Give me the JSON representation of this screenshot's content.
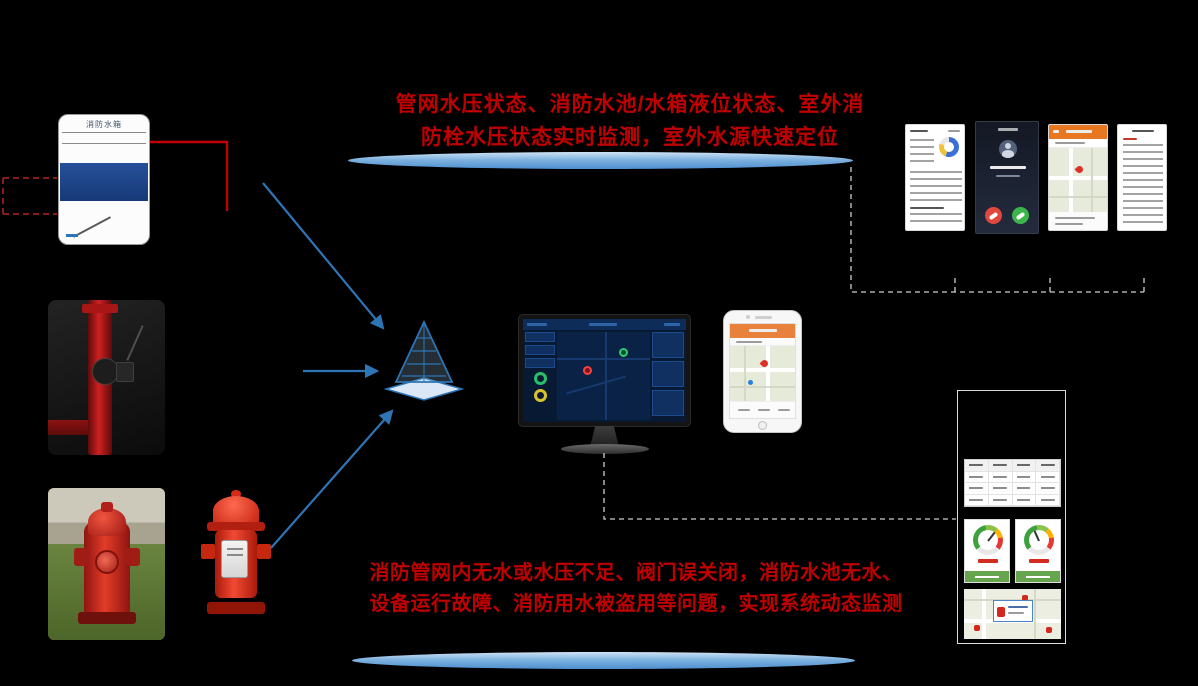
{
  "top_banner": {
    "line1": "管网水压状态、消防水池/水箱液位状态、室外消",
    "line2": "防栓水压状态实时监测，室外水源快速定位"
  },
  "bottom_banner": {
    "line1": "消防管网内无水或水压不足、阀门误关闭，消防水池无水、",
    "line2": "设备运行故障、消防用水被盗用等问题，实现系统动态监测"
  },
  "tank": {
    "label": "消防水箱"
  },
  "colors": {
    "banner_text": "#c00000",
    "highlight_ellipse": "#5b9bd5",
    "arrow_blue": "#2e75b6",
    "pipe_red": "#c00000",
    "hydrant_red": "#d0261a",
    "app_header_orange": "#e87722",
    "answer_green": "#3cb54a",
    "decline_red": "#e0483e",
    "dashboard_navy": "#081933",
    "gauge_green": "#3da13d",
    "gauge_red": "#e53935"
  }
}
